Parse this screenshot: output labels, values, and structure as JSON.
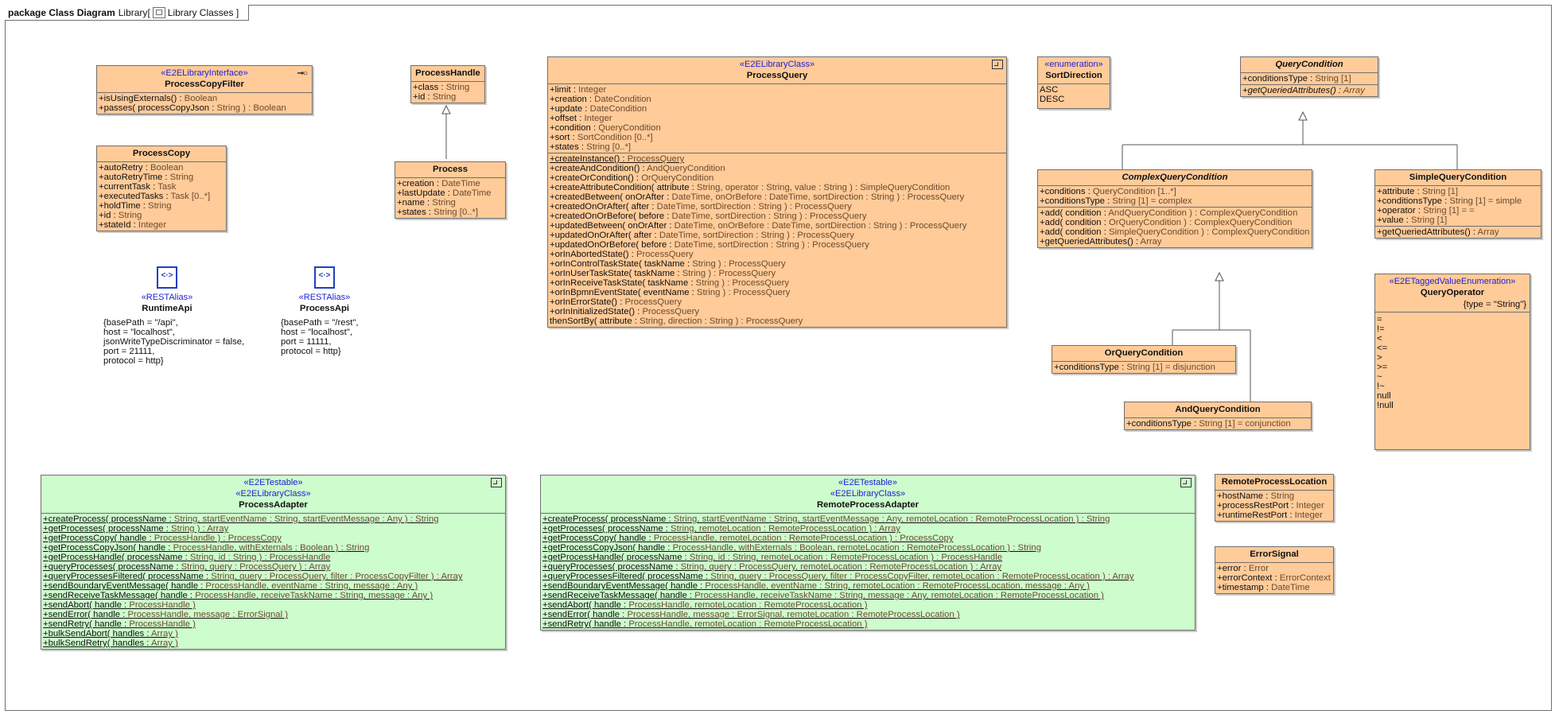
{
  "frame": {
    "keyword": "package Class Diagram",
    "package": "Library",
    "diagram": "Library Classes"
  },
  "classes": {
    "processCopyFilter": {
      "stereotype": "«E2ELibraryInterface»",
      "name": "ProcessCopyFilter",
      "ops": [
        {
          "name": "+isUsingExternals() :",
          "type": " Boolean"
        },
        {
          "name": "+passes( processCopyJson :",
          "type": " String ) : Boolean"
        }
      ]
    },
    "processCopy": {
      "name": "ProcessCopy",
      "attrs": [
        {
          "name": "+autoRetry :",
          "type": " Boolean"
        },
        {
          "name": "+autoRetryTime :",
          "type": " String"
        },
        {
          "name": "+currentTask :",
          "type": " Task"
        },
        {
          "name": "+executedTasks :",
          "type": " Task [0..*]"
        },
        {
          "name": "+holdTime :",
          "type": " String"
        },
        {
          "name": "+id :",
          "type": " String"
        },
        {
          "name": "+stateId :",
          "type": " Integer"
        }
      ]
    },
    "processHandle": {
      "name": "ProcessHandle",
      "attrs": [
        {
          "name": "+class :",
          "type": " String"
        },
        {
          "name": "+id :",
          "type": " String"
        }
      ]
    },
    "process": {
      "name": "Process",
      "attrs": [
        {
          "name": "+creation :",
          "type": " DateTime"
        },
        {
          "name": "+lastUpdate :",
          "type": " DateTime"
        },
        {
          "name": "+name :",
          "type": " String"
        },
        {
          "name": "+states :",
          "type": " String [0..*]"
        }
      ]
    },
    "processQuery": {
      "stereotype": "«E2ELibraryClass»",
      "name": "ProcessQuery",
      "attrs": [
        {
          "name": "+limit :",
          "type": " Integer"
        },
        {
          "name": "+creation :",
          "type": " DateCondition"
        },
        {
          "name": "+update :",
          "type": " DateCondition"
        },
        {
          "name": "+offset :",
          "type": " Integer"
        },
        {
          "name": "+condition :",
          "type": " QueryCondition"
        },
        {
          "name": "+sort :",
          "type": " SortCondition [0..*]"
        },
        {
          "name": "+states :",
          "type": " String [0..*]"
        }
      ],
      "ops": [
        {
          "name": "+createInstance() :",
          "type": " ProcessQuery",
          "u": true
        },
        {
          "name": "+createAndCondition() :",
          "type": " AndQueryCondition"
        },
        {
          "name": "+createOrCondition() :",
          "type": " OrQueryCondition"
        },
        {
          "name": "+createAttributeCondition( attribute :",
          "type": " String, operator : String, value : String ) : SimpleQueryCondition"
        },
        {
          "name": "+createdBetween( onOrAfter :",
          "type": " DateTime, onOrBefore : DateTime, sortDirection : String ) : ProcessQuery"
        },
        {
          "name": "+createdOnOrAfter( after :",
          "type": " DateTime, sortDirection : String ) : ProcessQuery"
        },
        {
          "name": "+createdOnOrBefore( before :",
          "type": " DateTime, sortDirection : String ) : ProcessQuery"
        },
        {
          "name": "+updatedBetween( onOrAfter :",
          "type": " DateTime, onOrBefore : DateTime, sortDirection : String ) : ProcessQuery"
        },
        {
          "name": "+updatedOnOrAfter( after :",
          "type": " DateTime, sortDirection : String ) : ProcessQuery"
        },
        {
          "name": "+updatedOnOrBefore( before :",
          "type": " DateTime, sortDirection : String ) : ProcessQuery"
        },
        {
          "name": "+orInAbortedState() :",
          "type": " ProcessQuery"
        },
        {
          "name": "+orInControlTaskState( taskName :",
          "type": " String ) : ProcessQuery"
        },
        {
          "name": "+orInUserTaskState( taskName :",
          "type": " String ) : ProcessQuery"
        },
        {
          "name": "+orInReceiveTaskState( taskName :",
          "type": " String ) : ProcessQuery"
        },
        {
          "name": "+orInBpmnEventState( eventName :",
          "type": " String ) : ProcessQuery"
        },
        {
          "name": "+orInErrorState() :",
          "type": " ProcessQuery"
        },
        {
          "name": "+orInInitializedState() :",
          "type": " ProcessQuery"
        },
        {
          "name": "thenSortBy( attribute :",
          "type": " String, direction : String ) : ProcessQuery"
        }
      ]
    },
    "sortDirection": {
      "stereotype": "«enumeration»",
      "name": "SortDirection",
      "literals": [
        "ASC",
        "DESC"
      ]
    },
    "queryCondition": {
      "name": "QueryCondition",
      "attrs": [
        {
          "name": "+conditionsType :",
          "type": " String [1]"
        }
      ],
      "ops": [
        {
          "name": "+getQueriedAttributes() :",
          "type": " Array"
        }
      ]
    },
    "complexQueryCondition": {
      "name": "ComplexQueryCondition",
      "attrs": [
        {
          "name": "+conditions :",
          "type": " QueryCondition [1..*]"
        },
        {
          "name": "+conditionsType :",
          "type": " String [1] = complex"
        }
      ],
      "ops": [
        {
          "name": "+add( condition :",
          "type": " AndQueryCondition ) : ComplexQueryCondition"
        },
        {
          "name": "+add( condition :",
          "type": " OrQueryCondition ) : ComplexQueryCondition"
        },
        {
          "name": "+add( condition :",
          "type": " SimpleQueryCondition ) : ComplexQueryCondition"
        },
        {
          "name": "+getQueriedAttributes() :",
          "type": " Array"
        }
      ]
    },
    "simpleQueryCondition": {
      "name": "SimpleQueryCondition",
      "attrs": [
        {
          "name": "+attribute :",
          "type": " String [1]"
        },
        {
          "name": "+conditionsType :",
          "type": " String [1] = simple"
        },
        {
          "name": "+operator :",
          "type": " String [1] = ="
        },
        {
          "name": "+value :",
          "type": " String [1]"
        }
      ],
      "ops": [
        {
          "name": "+getQueriedAttributes() :",
          "type": " Array"
        }
      ]
    },
    "queryOperator": {
      "stereotype": "«E2ETaggedValueEnumeration»",
      "name": "QueryOperator",
      "tag": "{type = \"String\"}",
      "literals": [
        "=",
        "!=",
        "<",
        "<=",
        ">",
        ">=",
        "~",
        "!~",
        "null",
        "!null"
      ]
    },
    "orQueryCondition": {
      "name": "OrQueryCondition",
      "attrs": [
        {
          "name": "+conditionsType :",
          "type": " String [1] = disjunction"
        }
      ]
    },
    "andQueryCondition": {
      "name": "AndQueryCondition",
      "attrs": [
        {
          "name": "+conditionsType :",
          "type": " String [1] = conjunction"
        }
      ]
    },
    "processAdapter": {
      "stereotype1": "«E2ETestable»",
      "stereotype2": "«E2ELibraryClass»",
      "name": "ProcessAdapter",
      "ops": [
        {
          "name": "+createProcess( processName :",
          "type": " String, startEventName : String, startEventMessage : Any ) : String"
        },
        {
          "name": "+getProcesses( processName :",
          "type": " String ) : Array"
        },
        {
          "name": "+getProcessCopy( handle :",
          "type": " ProcessHandle ) : ProcessCopy"
        },
        {
          "name": "+getProcessCopyJson( handle :",
          "type": " ProcessHandle, withExternals : Boolean ) : String"
        },
        {
          "name": "+getProcessHandle( processName :",
          "type": " String, id : String ) : ProcessHandle"
        },
        {
          "name": "+queryProcesses( processName :",
          "type": " String, query : ProcessQuery ) : Array"
        },
        {
          "name": "+queryProcessesFiltered( processName :",
          "type": " String, query : ProcessQuery, filter : ProcessCopyFilter ) : Array"
        },
        {
          "name": "+sendBoundaryEventMessage( handle :",
          "type": " ProcessHandle, eventName : String, message : Any )"
        },
        {
          "name": "+sendReceiveTaskMessage( handle :",
          "type": " ProcessHandle, receiveTaskName : String, message : Any )"
        },
        {
          "name": "+sendAbort( handle :",
          "type": " ProcessHandle )"
        },
        {
          "name": "+sendError( handle :",
          "type": " ProcessHandle, message : ErrorSignal )"
        },
        {
          "name": "+sendRetry( handle :",
          "type": " ProcessHandle )"
        },
        {
          "name": "+bulkSendAbort( handles :",
          "type": " Array )"
        },
        {
          "name": "+bulkSendRetry( handles :",
          "type": " Array )"
        }
      ]
    },
    "remoteProcessAdapter": {
      "stereotype1": "«E2ETestable»",
      "stereotype2": "«E2ELibraryClass»",
      "name": "RemoteProcessAdapter",
      "ops": [
        {
          "name": "+createProcess( processName :",
          "type": " String, startEventName : String, startEventMessage : Any, remoteLocation : RemoteProcessLocation ) : String"
        },
        {
          "name": "+getProcesses( processName :",
          "type": " String, remoteLocation : RemoteProcessLocation ) : Array"
        },
        {
          "name": "+getProcessCopy( handle :",
          "type": " ProcessHandle, remoteLocation : RemoteProcessLocation ) : ProcessCopy"
        },
        {
          "name": "+getProcessCopyJson( handle :",
          "type": " ProcessHandle, withExternals : Boolean, remoteLocation : RemoteProcessLocation ) : String"
        },
        {
          "name": "+getProcessHandle( processName :",
          "type": " String, id : String, remoteLocation : RemoteProcessLocation ) : ProcessHandle"
        },
        {
          "name": "+queryProcesses( processName :",
          "type": " String, query : ProcessQuery, remoteLocation : RemoteProcessLocation ) : Array"
        },
        {
          "name": "+queryProcessesFiltered( processName :",
          "type": " String, query : ProcessQuery, filter : ProcessCopyFilter, remoteLocation : RemoteProcessLocation ) : Array"
        },
        {
          "name": "+sendBoundaryEventMessage( handle :",
          "type": " ProcessHandle, eventName : String, remoteLocation : RemoteProcessLocation, message : Any )"
        },
        {
          "name": "+sendReceiveTaskMessage( handle :",
          "type": " ProcessHandle, receiveTaskName : String, message : Any, remoteLocation : RemoteProcessLocation )"
        },
        {
          "name": "+sendAbort( handle :",
          "type": " ProcessHandle, remoteLocation : RemoteProcessLocation )"
        },
        {
          "name": "+sendError( handle :",
          "type": " ProcessHandle, message : ErrorSignal, remoteLocation : RemoteProcessLocation )"
        },
        {
          "name": "+sendRetry( handle :",
          "type": " ProcessHandle, remoteLocation : RemoteProcessLocation )"
        }
      ]
    },
    "remoteProcessLocation": {
      "name": "RemoteProcessLocation",
      "attrs": [
        {
          "name": "+hostName :",
          "type": " String"
        },
        {
          "name": "+processRestPort :",
          "type": " Integer"
        },
        {
          "name": "+runtimeRestPort :",
          "type": " Integer"
        }
      ]
    },
    "errorSignal": {
      "name": "ErrorSignal",
      "attrs": [
        {
          "name": "+error :",
          "type": " Error"
        },
        {
          "name": "+errorContext :",
          "type": " ErrorContext"
        },
        {
          "name": "+timestamp :",
          "type": " DateTime"
        }
      ]
    }
  },
  "aliases": {
    "runtimeApi": {
      "stereotype": "«RESTAlias»",
      "name": "RuntimeApi",
      "tags": [
        "{basePath = \"/api\",",
        "host = \"localhost\",",
        "jsonWriteTypeDiscriminator = false,",
        "port = 21111,",
        "protocol = http}"
      ]
    },
    "processApi": {
      "stereotype": "«RESTAlias»",
      "name": "ProcessApi",
      "tags": [
        "{basePath = \"/rest\",",
        "host = \"localhost\",",
        "port = 11111,",
        "protocol = http}"
      ]
    }
  },
  "colors": {
    "classFill": "#ffcb99",
    "testableFill": "#cdfccd",
    "stereotype": "#2020d8",
    "typeText": "#6a4b2e",
    "border": "#6f6f6f"
  }
}
